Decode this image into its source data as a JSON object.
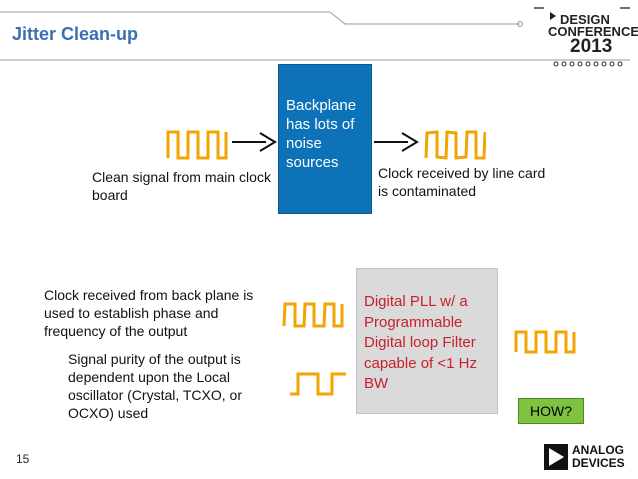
{
  "slide": {
    "title": "Jitter Clean-up",
    "page_number": "15"
  },
  "logo": {
    "line1": "DESIGN",
    "line2": "CONFERENCE",
    "line3": "2013"
  },
  "backplane": {
    "label": "Backplane has lots of noise sources"
  },
  "captions": {
    "clean_signal": "Clean signal from main clock board",
    "received_contaminated": "Clock received by line card is contaminated",
    "received_backplane": "Clock received from back plane is used to establish phase and frequency of the output",
    "signal_purity": "Signal purity of the output is dependent upon the Local oscillator (Crystal, TCXO, or OCXO) used"
  },
  "chip": {
    "label": "Digital PLL w/ a Programmable Digital loop Filter capable of <1 Hz BW"
  },
  "how_button": "HOW?",
  "company": {
    "line1": "ANALOG",
    "line2": "DEVICES"
  },
  "colors": {
    "title": "#3b6fb3",
    "waveform": "#f0a500",
    "backplane": "#0e72b8",
    "chip_text": "#c8202c",
    "how": "#7fc241"
  }
}
